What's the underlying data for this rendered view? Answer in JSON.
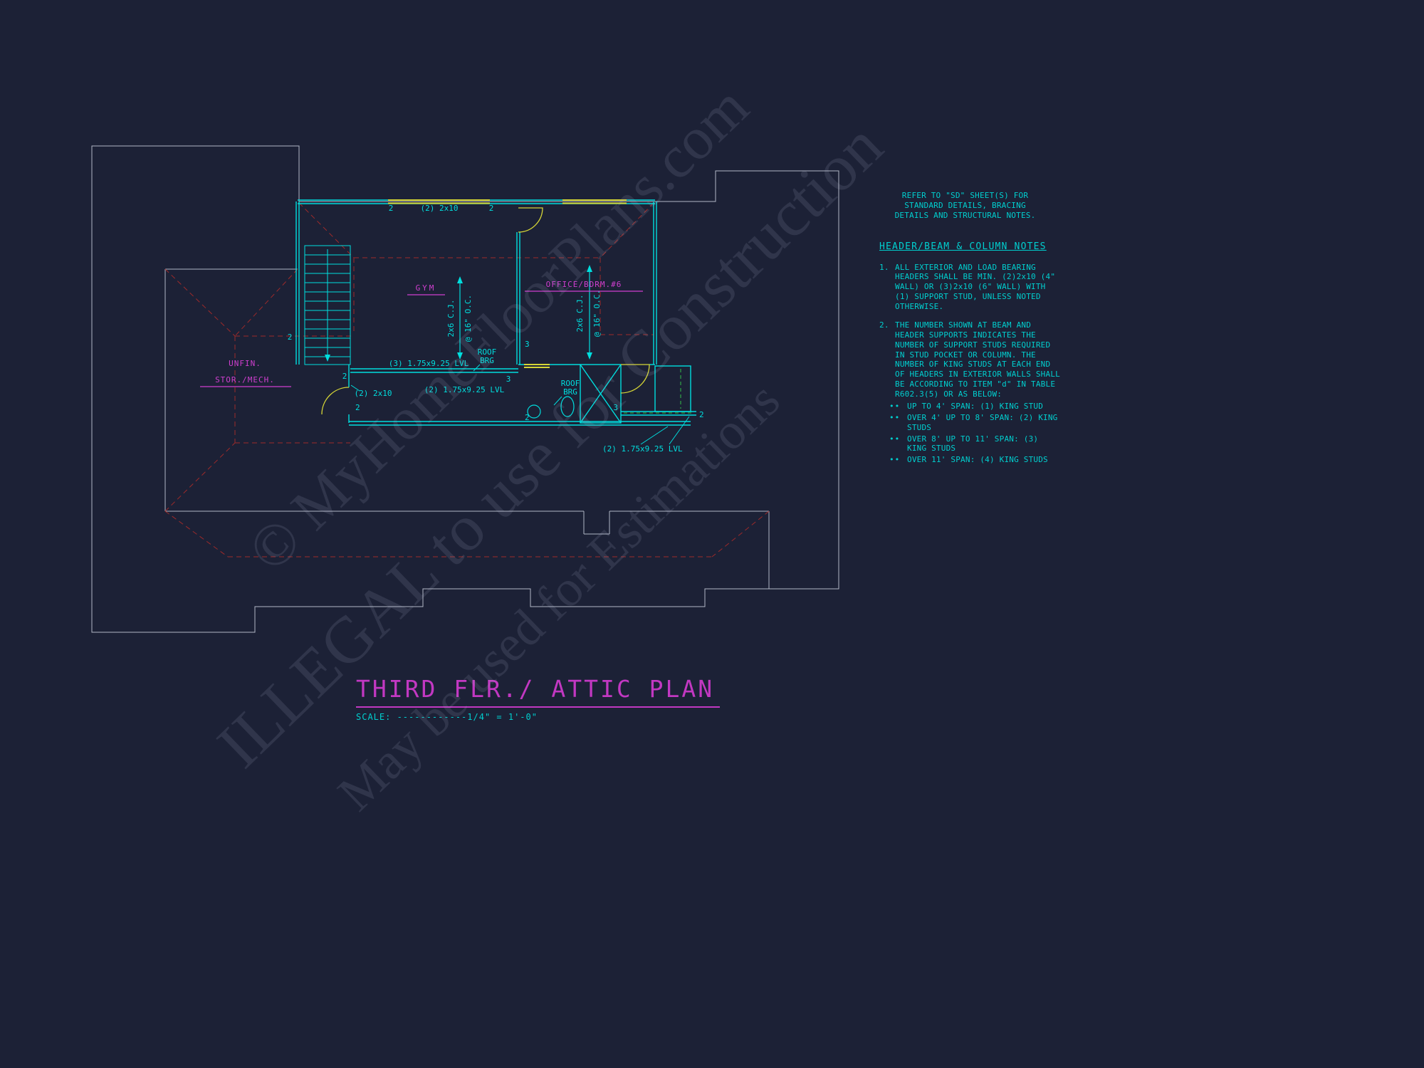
{
  "plan": {
    "rooms": {
      "gym": "GYM",
      "office": "OFFICE/BDRM.#6",
      "storage1": "UNFIN.",
      "storage2": "STOR./MECH."
    },
    "labels": {
      "top_header": "(2) 2x10",
      "left_header": "(2) 2x10",
      "beam3": "(3) 1.75x9.25 LVL",
      "beam2": "(2) 1.75x9.25 LVL",
      "beam2_bottom": "(2) 1.75x9.25 LVL",
      "joist": "2x6 C.J.",
      "joist_spacing": "@ 16\" O.C.",
      "roof": "ROOF",
      "brg": "BRG"
    },
    "markers": {
      "m1": "2",
      "m2": "2",
      "m3": "2",
      "m4": "2",
      "m5": "3",
      "m6": "3",
      "m7": "2",
      "m8": "2",
      "m9": "3",
      "m10": "2"
    }
  },
  "title": {
    "text": "THIRD FLR./ ATTIC PLAN",
    "scale": "SCALE: ------------1/4\" = 1'-0\""
  },
  "notes": {
    "intro": "REFER TO \"SD\"  SHEET(S) FOR STANDARD DETAILS, BRACING DETAILS AND STRUCTURAL NOTES.",
    "heading": "HEADER/BEAM & COLUMN NOTES",
    "item1_num": "1.",
    "item1_text": "ALL EXTERIOR AND LOAD BEARING HEADERS SHALL BE MIN. (2)2x10 (4\" WALL) OR (3)2x10 (6\" WALL) WITH (1) SUPPORT STUD, UNLESS NOTED OTHERWISE.",
    "item2_num": "2.",
    "item2_text": "THE NUMBER SHOWN AT BEAM AND HEADER SUPPORTS INDICATES THE NUMBER OF SUPPORT STUDS REQUIRED IN STUD POCKET OR COLUMN. THE NUMBER OF KING STUDS AT EACH END OF HEADERS IN EXTERIOR WALLS SHALL BE ACCORDING TO ITEM \"d\" IN TABLE R602.3(5) OR AS BELOW:",
    "bullets": [
      {
        "marker": "••",
        "text": "UP TO 4' SPAN: (1) KING STUD"
      },
      {
        "marker": "••",
        "text": "OVER 4' UP TO 8' SPAN: (2) KING STUDS"
      },
      {
        "marker": "••",
        "text": "OVER 8' UP TO 11' SPAN: (3) KING STUDS"
      },
      {
        "marker": "••",
        "text": "OVER 11' SPAN: (4) KING STUDS"
      }
    ]
  },
  "watermark": {
    "line1": "© MyHomeFloorPlans.com",
    "line2": "ILLEGAL to use for Construction",
    "line3": "May be used for Estimations"
  },
  "colors": {
    "background": "#1c2136",
    "outline": "#ccd2e0",
    "roof_dash": "#9e2a2a",
    "wall_cyan": "#00dede",
    "header_yellow": "#d6d636",
    "label_magenta": "#cf3fcf",
    "closet_green": "#35c04a"
  }
}
